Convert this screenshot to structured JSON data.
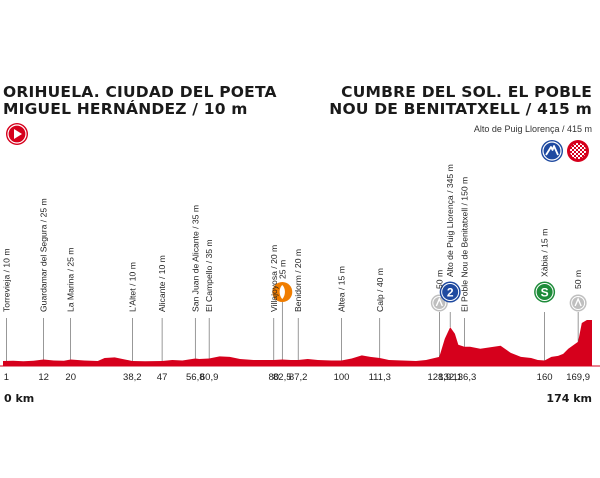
{
  "start": {
    "line1": "ORIHUELA. CIUDAD DEL POETA",
    "line2": "MIGUEL HERNÁNDEZ / 10 m"
  },
  "finish": {
    "line1": "CUMBRE DEL SOL. EL POBLE",
    "line2": "NOU DE BENITATXELL / 415 m",
    "summit": "Alto de Puig Llorença / 415 m"
  },
  "km_start": "0 km",
  "km_end": "174 km",
  "colors": {
    "profile": "#d6001c",
    "sprint": "#1e8c3a",
    "climb": "#1f4aa0",
    "feed": "#f07d00",
    "gray": "#bfbfbf"
  },
  "chart_data": {
    "type": "area",
    "x_unit": "km",
    "y_unit": "m",
    "xlim": [
      0,
      174
    ],
    "locations": [
      {
        "km": 1,
        "km_label": "1",
        "name": "Torrevieja / 10 m",
        "alt": 10
      },
      {
        "km": 12,
        "km_label": "12",
        "name": "Guardamar del Segura / 25 m",
        "alt": 25
      },
      {
        "km": 20,
        "km_label": "20",
        "name": "La Marina / 25 m",
        "alt": 25
      },
      {
        "km": 38.2,
        "km_label": "38,2",
        "name": "L'Altet / 10 m",
        "alt": 10
      },
      {
        "km": 47,
        "km_label": "47",
        "name": "Alicante / 10 m",
        "alt": 10
      },
      {
        "km": 56.8,
        "km_label": "56,8",
        "name": "San Juan de Alicante / 35 m",
        "alt": 35
      },
      {
        "km": 60.9,
        "km_label": "60,9",
        "name": "El Campello / 35 m",
        "alt": 35
      },
      {
        "km": 80,
        "km_label": "80",
        "name": "Villajoyosa / 20 m",
        "alt": 20
      },
      {
        "km": 82.5,
        "km_label": "82,5",
        "name": "",
        "alt": 25,
        "marker": "feed",
        "marker_label": "25 m"
      },
      {
        "km": 87.2,
        "km_label": "87,2",
        "name": "Benidorm / 20 m",
        "alt": 20
      },
      {
        "km": 100,
        "km_label": "100",
        "name": "Altea / 15 m",
        "alt": 15
      },
      {
        "km": 111.3,
        "km_label": "111,3",
        "name": "Calp / 40 m",
        "alt": 40
      },
      {
        "km": 128.9,
        "km_label": "128,9",
        "name": "",
        "alt": 50,
        "marker": "timer",
        "marker_label": "50 m"
      },
      {
        "km": 132.1,
        "km_label": "132,1",
        "name": "Alto de Puig Llorença / 345 m",
        "alt": 345,
        "marker": "climb",
        "marker_label": "2"
      },
      {
        "km": 136.3,
        "km_label": "136,3",
        "name": "El Poble Nou de Benitatxell / 150 m",
        "alt": 150
      },
      {
        "km": 160,
        "km_label": "160",
        "name": "Xàbia / 15 m",
        "alt": 15,
        "marker": "sprint",
        "marker_label": "S"
      },
      {
        "km": 169.9,
        "km_label": "169,9",
        "name": "",
        "alt": 50,
        "marker": "timer",
        "marker_label": "50 m"
      }
    ],
    "profile": [
      [
        0,
        10
      ],
      [
        3,
        12
      ],
      [
        6,
        8
      ],
      [
        9,
        12
      ],
      [
        12,
        25
      ],
      [
        15,
        15
      ],
      [
        18,
        12
      ],
      [
        20,
        25
      ],
      [
        24,
        15
      ],
      [
        28,
        10
      ],
      [
        30,
        40
      ],
      [
        33,
        45
      ],
      [
        36,
        25
      ],
      [
        38.2,
        10
      ],
      [
        42,
        8
      ],
      [
        47,
        10
      ],
      [
        50,
        20
      ],
      [
        53,
        15
      ],
      [
        56.8,
        35
      ],
      [
        58,
        30
      ],
      [
        60.9,
        35
      ],
      [
        64,
        55
      ],
      [
        67,
        50
      ],
      [
        70,
        30
      ],
      [
        74,
        20
      ],
      [
        78,
        20
      ],
      [
        80,
        20
      ],
      [
        82.5,
        25
      ],
      [
        85,
        20
      ],
      [
        87.2,
        20
      ],
      [
        90,
        30
      ],
      [
        93,
        20
      ],
      [
        97,
        15
      ],
      [
        100,
        15
      ],
      [
        103,
        35
      ],
      [
        106,
        65
      ],
      [
        108.5,
        50
      ],
      [
        111.3,
        40
      ],
      [
        114,
        20
      ],
      [
        118,
        15
      ],
      [
        122,
        10
      ],
      [
        125,
        20
      ],
      [
        128.9,
        50
      ],
      [
        130.5,
        230
      ],
      [
        132.1,
        345
      ],
      [
        133.5,
        280
      ],
      [
        134.5,
        170
      ],
      [
        136.3,
        150
      ],
      [
        138,
        150
      ],
      [
        141,
        130
      ],
      [
        144,
        145
      ],
      [
        147,
        160
      ],
      [
        150,
        90
      ],
      [
        153,
        50
      ],
      [
        156,
        40
      ],
      [
        158,
        20
      ],
      [
        160,
        15
      ],
      [
        162,
        50
      ],
      [
        164,
        60
      ],
      [
        165.5,
        80
      ],
      [
        167,
        130
      ],
      [
        169.9,
        200
      ],
      [
        171,
        385
      ],
      [
        172.5,
        415
      ],
      [
        174,
        415
      ]
    ]
  }
}
